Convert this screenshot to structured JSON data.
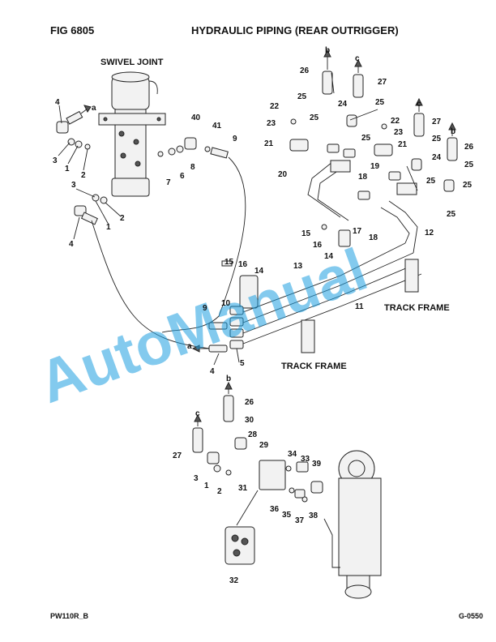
{
  "header": {
    "fig": "FIG   6805",
    "title": "HYDRAULIC PIPING (REAR OUTRIGGER)"
  },
  "footer": {
    "left": "PW110R_B",
    "right": "G-0550"
  },
  "watermark": "AutoManual",
  "section_labels": {
    "swivel": "SWIVEL JOINT",
    "track1": "TRACK FRAME",
    "track2": "TRACK FRAME"
  },
  "callouts": [
    "1",
    "2",
    "3",
    "4",
    "5",
    "6",
    "7",
    "8",
    "9",
    "10",
    "11",
    "12",
    "13",
    "14",
    "15",
    "16",
    "17",
    "18",
    "19",
    "20",
    "21",
    "22",
    "23",
    "24",
    "25",
    "26",
    "27",
    "28",
    "29",
    "30",
    "31",
    "32",
    "33",
    "34",
    "35",
    "36",
    "37",
    "38",
    "39",
    "40",
    "41",
    "a",
    "b",
    "c"
  ],
  "colors": {
    "watermark": "#1e9fe0",
    "line": "#222222"
  }
}
